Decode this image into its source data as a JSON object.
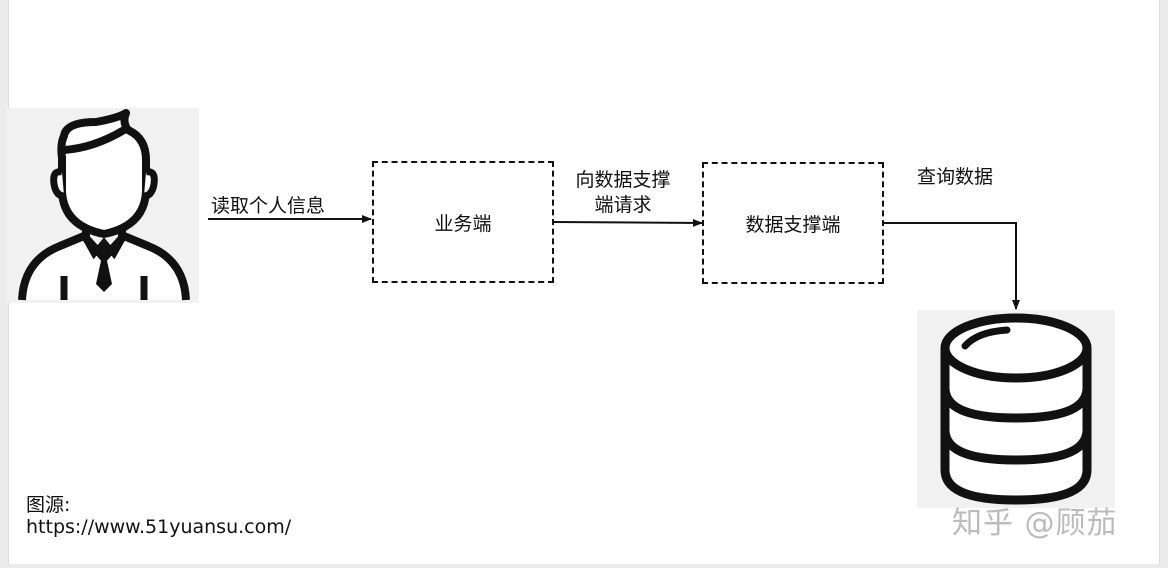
{
  "diagram": {
    "edges": {
      "read_personal_info": "读取个人信息",
      "request_line1": "向数据支撑",
      "request_line2": "端请求",
      "query_data": "查询数据"
    },
    "nodes": {
      "business_end": "业务端",
      "data_support_end": "数据支撑端"
    },
    "icons": {
      "user": "user-icon",
      "database": "database-icon"
    },
    "line_color": "#111111"
  },
  "source": {
    "label": "图源:",
    "url": "https://www.51yuansu.com/"
  },
  "watermark": "知乎 @顾茄"
}
